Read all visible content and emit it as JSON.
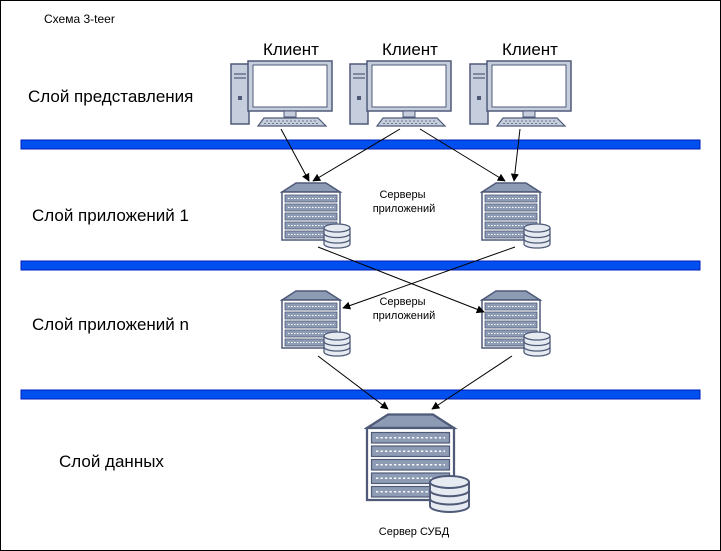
{
  "title": "Схема 3-teer",
  "layers": {
    "presentation": "Слой представления",
    "app1": "Слой приложений 1",
    "appn": "Слой приложений n",
    "data": "Слой данных"
  },
  "clients": [
    "Клиент",
    "Клиент",
    "Клиент"
  ],
  "app_servers_label_1": [
    "Серверы",
    "приложений"
  ],
  "app_servers_label_2": [
    "Серверы",
    "приложений"
  ],
  "db_server_label": "Сервер СУБД",
  "colors": {
    "layer_bar": "#0050EF",
    "layer_bar_stroke": "#001DBC",
    "icon_fill": "#ffffff",
    "icon_stroke": "#4E5A78",
    "icon_shade": "#C6CEDD",
    "server_fill": "#8E9BB5",
    "db_fill": "#E6EAF1"
  },
  "icons": [
    "desktop-computer-icon",
    "server-icon",
    "database-server-icon"
  ]
}
